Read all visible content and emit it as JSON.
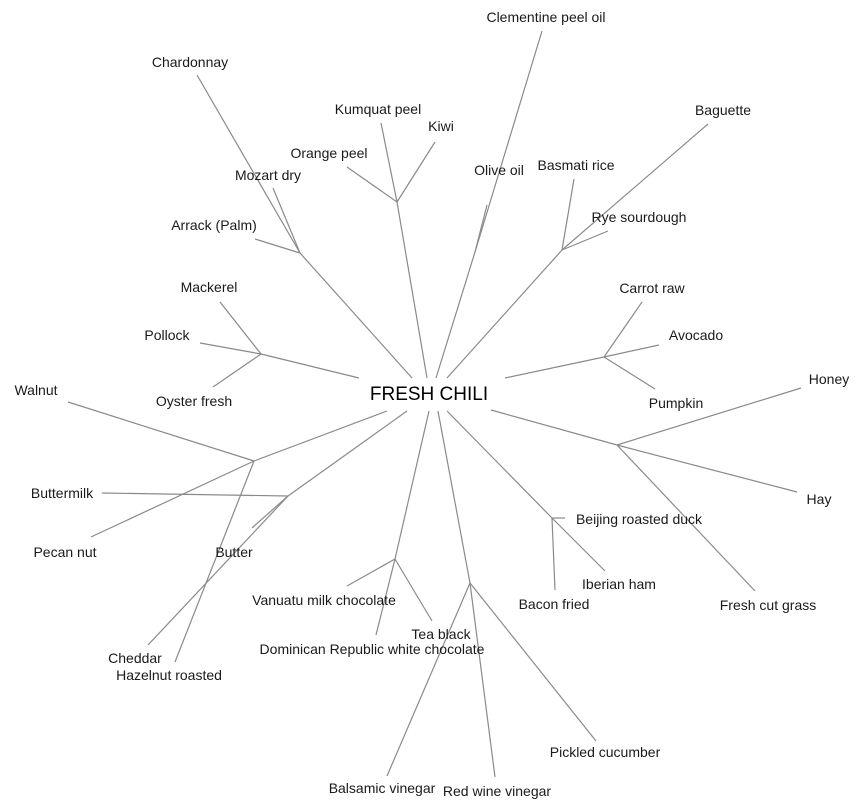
{
  "diagram": {
    "type": "radial-tree",
    "root": "FRESH CHILI",
    "colors": {
      "edge": "#8a8a8a",
      "text": "#1a1a1a",
      "root_text": "#000000",
      "background": "#ffffff"
    },
    "branches": [
      {
        "group": "wine-spirits",
        "leaves": [
          "Chardonnay",
          "Mozart dry",
          "Arrack (Palm)"
        ]
      },
      {
        "group": "citrus-fruit",
        "leaves": [
          "Kumquat peel",
          "Kiwi",
          "Orange peel"
        ]
      },
      {
        "group": "oils",
        "leaves": [
          "Clementine peel oil",
          "Olive oil"
        ]
      },
      {
        "group": "breads-grains",
        "leaves": [
          "Baguette",
          "Basmati rice",
          "Rye sourdough"
        ]
      },
      {
        "group": "vegetables",
        "leaves": [
          "Carrot raw",
          "Avocado",
          "Pumpkin"
        ]
      },
      {
        "group": "grassy-sweet",
        "leaves": [
          "Honey",
          "Hay",
          "Fresh cut grass"
        ]
      },
      {
        "group": "meats",
        "leaves": [
          "Beijing roasted duck",
          "Iberian ham",
          "Bacon fried"
        ]
      },
      {
        "group": "vinegars-pickles",
        "leaves": [
          "Pickled cucumber",
          "Red wine vinegar",
          "Balsamic vinegar"
        ]
      },
      {
        "group": "chocolate-tea",
        "leaves": [
          "Tea black",
          "Dominican Republic white chocolate",
          "Vanuatu milk chocolate"
        ]
      },
      {
        "group": "dairy",
        "leaves": [
          "Butter",
          "Buttermilk",
          "Cheddar"
        ]
      },
      {
        "group": "nuts",
        "leaves": [
          "Walnut",
          "Pecan nut",
          "Hazelnut roasted"
        ]
      },
      {
        "group": "seafood",
        "leaves": [
          "Mackerel",
          "Pollock",
          "Oyster fresh"
        ]
      }
    ]
  }
}
